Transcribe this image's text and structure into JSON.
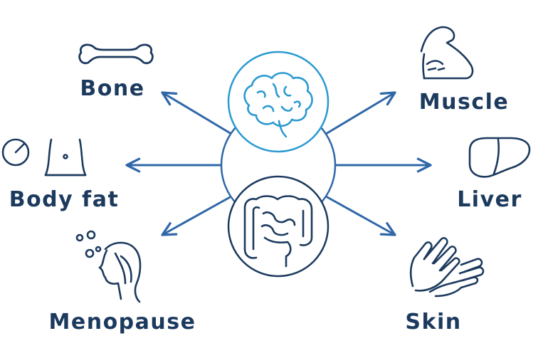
{
  "colors": {
    "navy": "#1c3a5e",
    "blue": "#2f67a8",
    "cyan": "#2a9ad1"
  },
  "center": {
    "top_icon": "brain-icon",
    "bottom_icon": "intestine-icon"
  },
  "nodes": [
    {
      "id": "bone",
      "label": "Bone",
      "icon": "bone-icon"
    },
    {
      "id": "body-fat",
      "label": "Body fat",
      "icon": "waist-scale-icon"
    },
    {
      "id": "menopause",
      "label": "Menopause",
      "icon": "woman-head-icon"
    },
    {
      "id": "muscle",
      "label": "Muscle",
      "icon": "flexed-arm-icon"
    },
    {
      "id": "liver",
      "label": "Liver",
      "icon": "liver-icon"
    },
    {
      "id": "skin",
      "label": "Skin",
      "icon": "hands-icon"
    }
  ]
}
